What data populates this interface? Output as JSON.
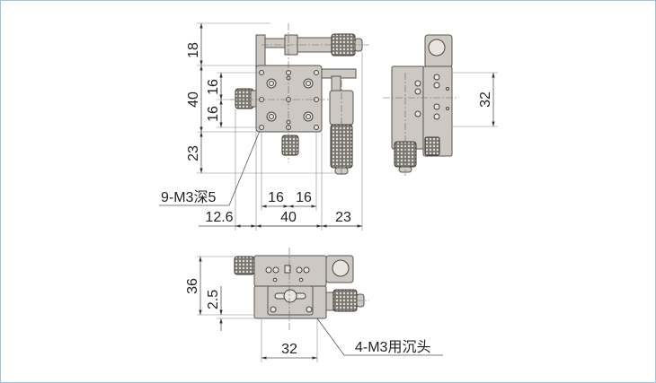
{
  "top_view": {
    "dims_vertical": [
      "18",
      "40",
      "23"
    ],
    "dims_inner_vertical": [
      "16",
      "16"
    ],
    "dims_horizontal_inner": [
      "16",
      "16"
    ],
    "dims_horizontal": [
      "12.6",
      "40",
      "23"
    ],
    "hole_callout": "9-M3深5"
  },
  "side_view": {
    "dim": "32"
  },
  "front_view": {
    "dims_vertical": [
      "36",
      "2.5"
    ],
    "dim_horizontal": "32",
    "hole_callout": "4-M3用沉头"
  }
}
